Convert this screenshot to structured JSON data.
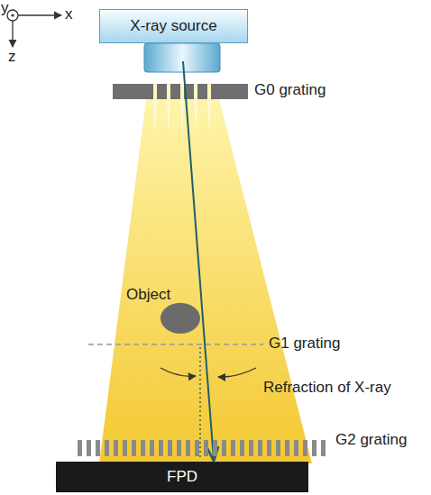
{
  "diagram": {
    "nodes": [
      {
        "text": [
          "X-ray source"
        ]
      },
      {
        "text": [
          "FPD"
        ]
      }
    ],
    "labels": [
      "y",
      "x",
      "z",
      "G0 grating",
      "Object",
      "G1 grating",
      "Refraction of X-ray",
      "G2 grating"
    ]
  }
}
